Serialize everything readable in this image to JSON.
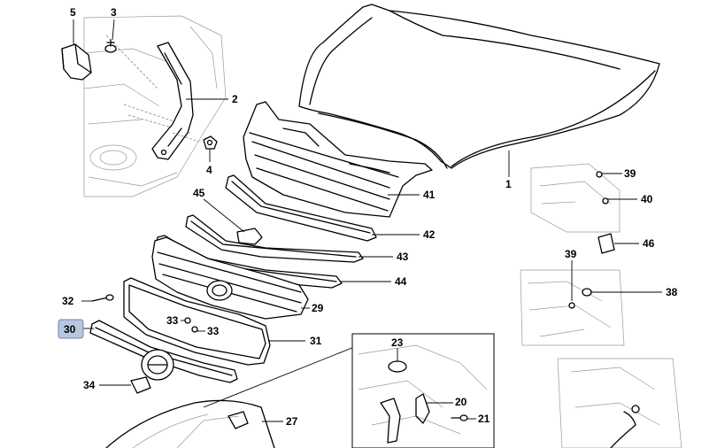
{
  "colors": {
    "background": "#ffffff",
    "line": "#000000",
    "ghost": "#9a9a9a",
    "highlight_fill": "#b8c7dd",
    "highlight_stroke": "#6f86a8"
  },
  "callouts": {
    "c1": "1",
    "c2": "2",
    "c3": "3",
    "c4": "4",
    "c5": "5",
    "c20": "20",
    "c21": "21",
    "c23": "23",
    "c27": "27",
    "c29": "29",
    "c30": "30",
    "c31": "31",
    "c32": "32",
    "c33a": "33",
    "c33b": "33",
    "c34": "34",
    "c38": "38",
    "c39a": "39",
    "c39b": "39",
    "c40": "40",
    "c41": "41",
    "c42": "42",
    "c43": "43",
    "c44": "44",
    "c45": "45",
    "c46": "46"
  },
  "selected_callout": "30"
}
